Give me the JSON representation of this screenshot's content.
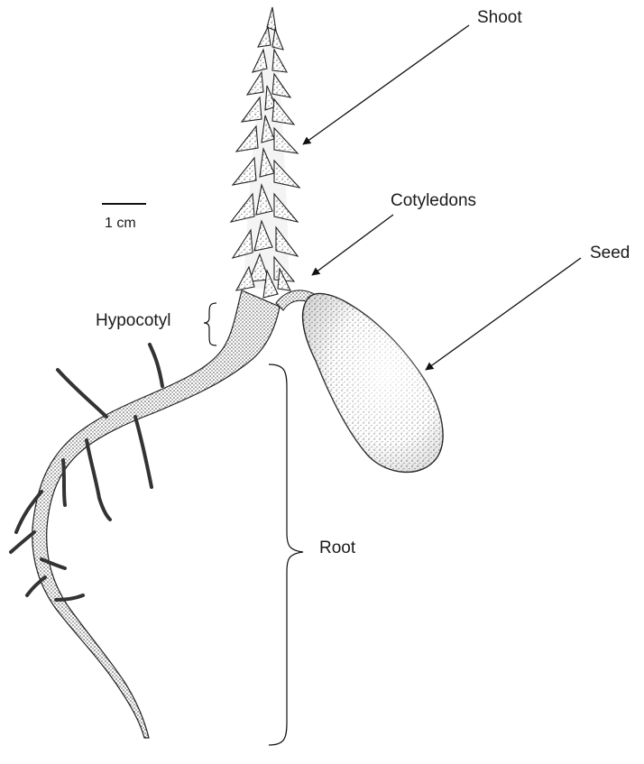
{
  "labels": {
    "shoot": "Shoot",
    "cotyledons": "Cotyledons",
    "seed": "Seed",
    "hypocotyl": "Hypocotyl",
    "root": "Root",
    "scale": "1 cm"
  },
  "colors": {
    "ink": "#1a1a1a",
    "stipple": "#555555",
    "background": "#ffffff"
  }
}
